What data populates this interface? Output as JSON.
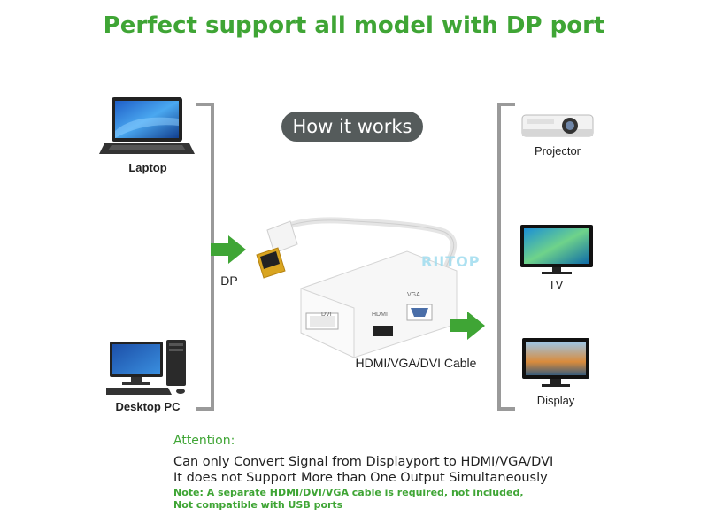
{
  "title": "Perfect support all model with DP port",
  "badge": "How it works",
  "left_devices": {
    "laptop": "Laptop",
    "desktop": "Desktop PC"
  },
  "right_devices": {
    "projector": "Projector",
    "tv": "TV",
    "display": "Display"
  },
  "labels": {
    "dp": "DP",
    "cable": "HDMI/VGA/DVI Cable",
    "port_dvi": "DVI",
    "port_hdmi": "HDMI",
    "port_vga": "VGA"
  },
  "watermark": "RIITOP",
  "attention": {
    "heading": "Attention:",
    "line1": "Can only Convert Signal from Displayport to HDMI/VGA/DVI",
    "line2": "It does not Support More than One Output Simultaneously",
    "note1": "Note: A separate HDMI/DVI/VGA cable is required, not included,",
    "note2": "Not compatible with USB ports"
  },
  "colors": {
    "accent_green": "#3fa535",
    "bracket_gray": "#9a9a9a",
    "badge_bg": "#555b5b"
  }
}
